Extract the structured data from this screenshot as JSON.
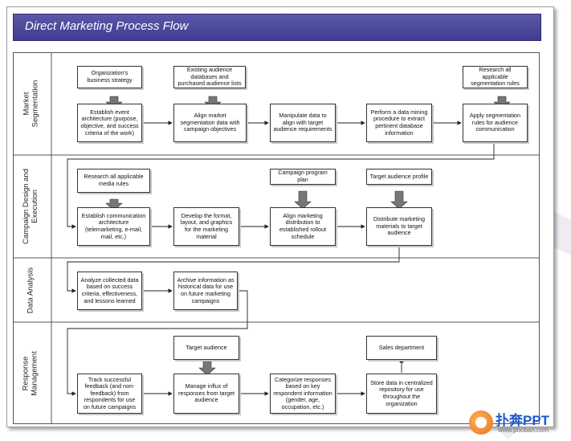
{
  "title": "Direct Marketing Process Flow",
  "lanes": [
    {
      "label": "Market\nSegmentation"
    },
    {
      "label": "Campaign Design and\nExecution"
    },
    {
      "label": "Data Analysis"
    },
    {
      "label": "Response\nManagement"
    }
  ],
  "nodes": {
    "n_business_strategy": "Organization's business strategy",
    "n_existing_db": "Existing audience databases and purchased audience lists",
    "n_research_seg": "Research all applicable segmentation rules",
    "n_event_arch": "Establish event architecture (purpose, objective, and success criteria of the work)",
    "n_align_seg": "Align market segmentation data with campaign objectives",
    "n_manipulate": "Manipulate data to align with target audience requirements",
    "n_data_mining": "Perform a data mining procedure to extract pertinent database information",
    "n_apply_seg": "Apply segmentation rules for audience communication",
    "n_research_media": "Research all applicable media rules",
    "n_campaign_plan": "Campaign program plan",
    "n_target_profile": "Target audience profile",
    "n_comm_arch": "Establish communication architecture (telemarketing, e-mail, mail, etc.)",
    "n_develop_format": "Develop the format, layout, and graphics for the marketing material",
    "n_align_dist": "Align marketing distribution to established rollout schedule",
    "n_distribute": "Distribute marketing materials to target audience",
    "n_analyze": "Analyze collected data based on success criteria, effectiveness, and lessons learned",
    "n_archive": "Archive information as historical data for use on future marketing campaigns",
    "n_target_audience": "Target audience",
    "n_sales_dept": "Sales department",
    "n_track": "Track successful feedback (and non-feedback) from respondents for use on future campaigns",
    "n_manage_influx": "Manage influx of responses from target audience",
    "n_categorize": "Categorize responses based on key respondent information (gender, age, occupation, etc.)",
    "n_store": "Store data in centralized repository for use throughout the organization"
  },
  "colors": {
    "title_bar": "#4a479c",
    "border": "#333333"
  },
  "logo": {
    "name": "扑奔PPT",
    "url": "www.pooban.com"
  }
}
